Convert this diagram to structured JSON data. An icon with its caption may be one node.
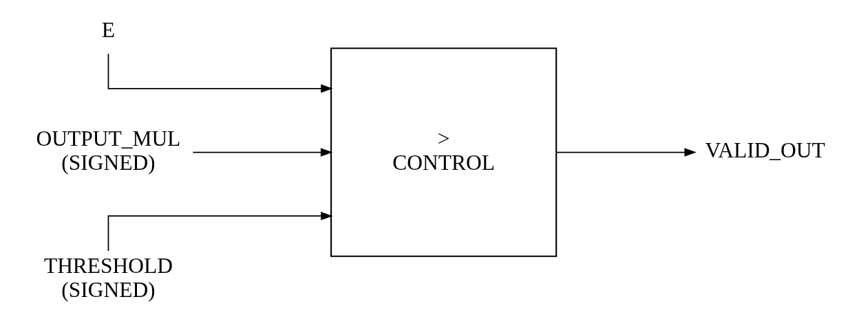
{
  "diagram": {
    "nodes": [
      {
        "text": [
          "E"
        ]
      },
      {
        "text": [
          "OUTPUT_MUL",
          "(SIGNED)"
        ]
      },
      {
        "text": [
          "THRESHOLD",
          "(SIGNED)"
        ]
      },
      {
        "text": [
          ">",
          "CONTROL"
        ]
      },
      {
        "text": [
          "VALID_OUT"
        ]
      }
    ],
    "edges": [
      {
        "from": 0,
        "to": 3,
        "arrow": "to"
      },
      {
        "from": 1,
        "to": 3,
        "arrow": "to"
      },
      {
        "from": 2,
        "to": 3,
        "arrow": "to"
      },
      {
        "from": 3,
        "to": 4,
        "arrow": "to"
      }
    ]
  }
}
